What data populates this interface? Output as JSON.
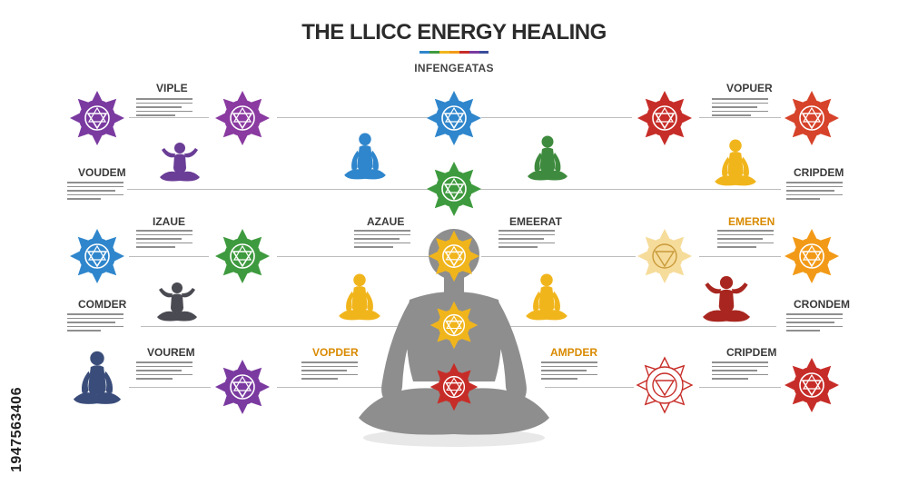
{
  "header": {
    "title": "THE LLICC ENERGY HEALING",
    "subtitle": "INFENGEATAS"
  },
  "labels": {
    "viple": "VIPLE",
    "voudem": "VOUDEM",
    "izaue": "IZAUE",
    "comder": "COMDER",
    "vourem": "VOUREM",
    "azaue": "AZAUE",
    "vopder": "VOPDER",
    "vopuer": "VOPUER",
    "cripdem_top": "CRIPDEM",
    "emeerat": "EMEERAT",
    "emeren": "EMEREN",
    "crondem": "CRONDEM",
    "ampder": "AMPDER",
    "cripdem_bottom": "CRIPDEM"
  },
  "watermark": {
    "stock_id": "1947563406"
  },
  "colors": {
    "violet": "#7a3aa0",
    "indigo": "#3a4d9a",
    "blue": "#2f86cc",
    "green": "#3e9a3e",
    "yellow": "#f1b51c",
    "orange": "#f29a18",
    "red": "#c72d28",
    "gray_body": "#8c8c8c"
  }
}
